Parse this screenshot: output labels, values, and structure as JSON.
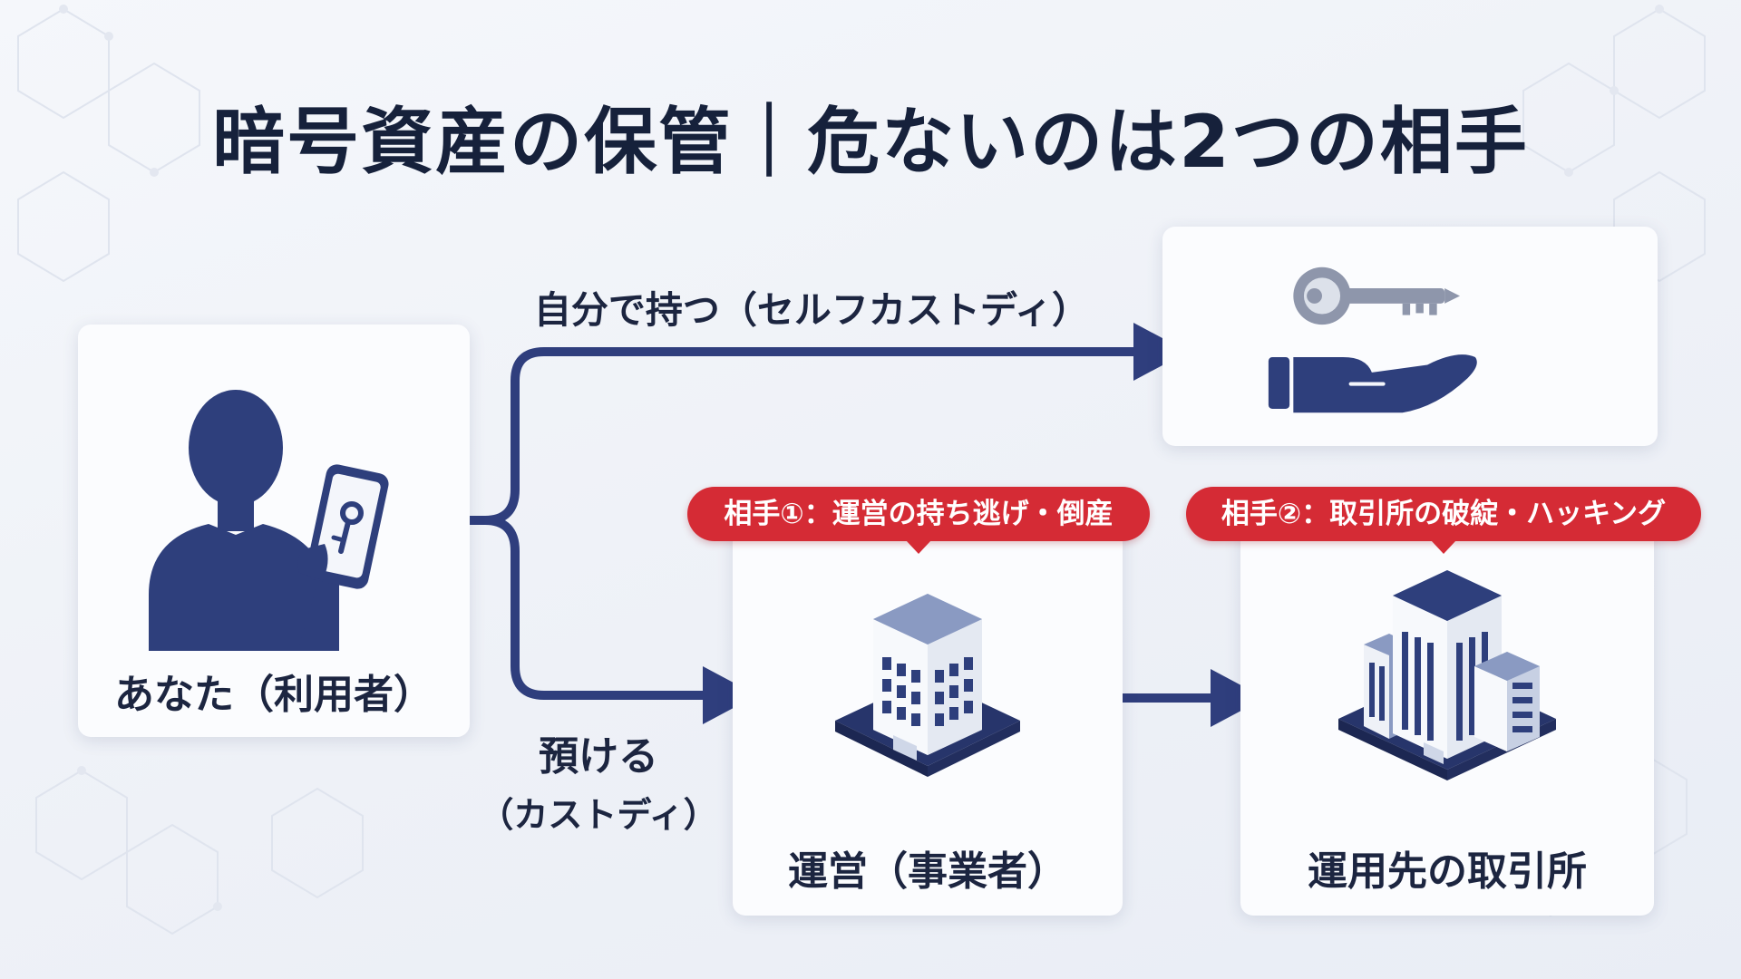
{
  "title": "暗号資産の保管｜危ないのは2つの相手",
  "nodes": {
    "user": {
      "label": "あなた（利用者）",
      "icon": "user-with-phone-key-icon"
    },
    "self_custody": {
      "icon": "key-on-hand-icon"
    },
    "operator": {
      "label": "運営（事業者）",
      "icon": "office-building-icon"
    },
    "exchange": {
      "label": "運用先の取引所",
      "icon": "exchange-building-icon"
    }
  },
  "edges": {
    "self": {
      "label": "自分で持つ（セルフカストディ）"
    },
    "custody": {
      "label_line1": "預ける",
      "label_line2": "（カストディ）"
    }
  },
  "risks": {
    "risk1": "相手①：運営の持ち逃げ・倒産",
    "risk2": "相手②：取引所の破綻・ハッキング"
  },
  "colors": {
    "navy": "#2e3f7c",
    "arrow": "#2f3e7d",
    "risk_red": "#d52b35",
    "text": "#1c2540"
  }
}
